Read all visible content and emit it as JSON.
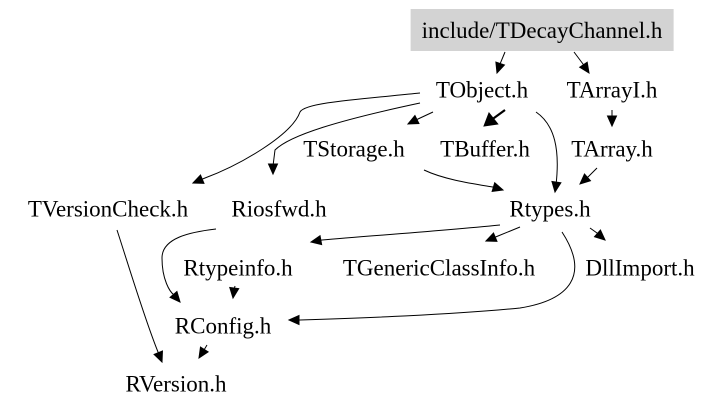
{
  "diagram": {
    "type": "include-dependency-graph",
    "colors": {
      "root_fill": "#d3d3d3",
      "edge": "#000000",
      "text": "#000000"
    },
    "nodes": {
      "root": "include/TDecayChannel.h",
      "tobject": "TObject.h",
      "tarrayi": "TArrayI.h",
      "tstorage": "TStorage.h",
      "tbuffer": "TBuffer.h",
      "tarray": "TArray.h",
      "tversioncheck": "TVersionCheck.h",
      "riosfwd": "Riosfwd.h",
      "rtypes": "Rtypes.h",
      "rtypeinfo": "Rtypeinfo.h",
      "tgenericclassinfo": "TGenericClassInfo.h",
      "dllimport": "DllImport.h",
      "rconfig": "RConfig.h",
      "rversion": "RVersion.h"
    },
    "edges": [
      [
        "root",
        "tobject"
      ],
      [
        "root",
        "tarrayi"
      ],
      [
        "tobject",
        "tversioncheck"
      ],
      [
        "tobject",
        "riosfwd"
      ],
      [
        "tobject",
        "tstorage"
      ],
      [
        "tobject",
        "tbuffer"
      ],
      [
        "tobject",
        "rtypes"
      ],
      [
        "tarrayi",
        "tarray"
      ],
      [
        "tstorage",
        "rtypes"
      ],
      [
        "tarray",
        "rtypes"
      ],
      [
        "tversioncheck",
        "rversion"
      ],
      [
        "riosfwd",
        "rconfig"
      ],
      [
        "rtypes",
        "rtypeinfo"
      ],
      [
        "rtypes",
        "tgenericclassinfo"
      ],
      [
        "rtypes",
        "dllimport"
      ],
      [
        "rtypes",
        "rconfig"
      ],
      [
        "rtypeinfo",
        "rconfig"
      ],
      [
        "rconfig",
        "rversion"
      ]
    ]
  }
}
